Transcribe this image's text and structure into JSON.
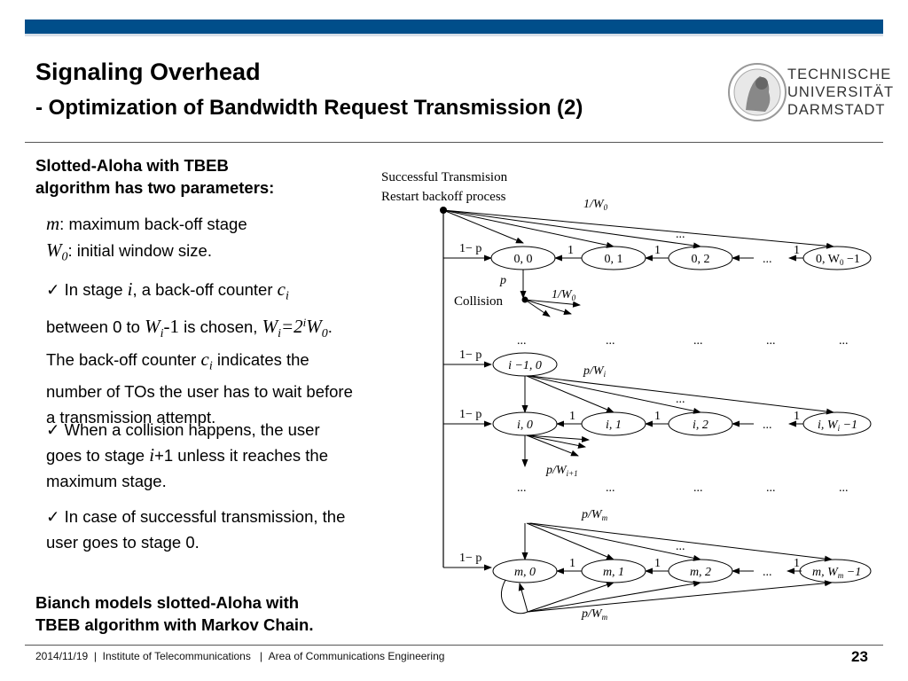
{
  "title": {
    "line1": "Signaling Overhead",
    "line2": "- Optimization of Bandwidth Request Transmission (2)"
  },
  "logo": {
    "line1": "TECHNISCHE",
    "line2": "UNIVERSITÄT",
    "line3": "DARMSTADT"
  },
  "left": {
    "heading": [
      "Slotted-Aloha with TBEB",
      "algorithm has two parameters:"
    ],
    "param_m": {
      "sym": "m",
      "text": ": maximum back-off stage"
    },
    "param_w": {
      "sym": "W",
      "sub": "0",
      "text": ": initial window size."
    },
    "b1": {
      "line1a": "In stage ",
      "i": "i",
      "line1b": ", a back-off counter ",
      "c": "c",
      "csub": "i",
      "line2a": "between 0 to ",
      "w": "W",
      "wsub": "i",
      "minus1": "-1",
      "line2b": " is chosen, ",
      "w2": "W",
      "w2sub": "i",
      "eq": "=2",
      "sup": "i",
      "w3": "W",
      "w3sub": "0",
      "dot": ".",
      "line3a": "The back-off counter ",
      "c2": "c",
      "c2sub": "i",
      "line3b": " indicates the",
      "line4": "number of TOs the user has to wait before",
      "line5": "a transmission attempt."
    },
    "b2": {
      "line1": "When a collision happens, the user",
      "line2a": "goes to stage ",
      "i": "i",
      "plus": "+1",
      "line2b": " unless it reaches the",
      "line3": "maximum stage."
    },
    "b3": {
      "line1": "In case of successful transmission, the",
      "line2": "user goes to stage 0."
    },
    "conclusion": [
      "Bianch models slotted-Aloha with",
      "TBEB algorithm with Markov Chain."
    ]
  },
  "diagram": {
    "success_lines": [
      "Successful Transmision",
      "Restart backoff process"
    ],
    "collision": "Collision",
    "p": "p",
    "one_minus_p": "1− p",
    "one": "1",
    "ellipsis": "...",
    "one_over_w0": "1/W",
    "sub0": "0",
    "p_over_wi": "p/W",
    "subi": "i",
    "subi1": "i+1",
    "subm": "m",
    "rows": [
      {
        "states": [
          "0, 0",
          "0, 1",
          "0, 2",
          "0, W"
        ],
        "last_sub": "0",
        "last_tail": " −1"
      },
      {
        "single": "i −1, 0"
      },
      {
        "states": [
          "i, 0",
          "i, 1",
          "i, 2",
          "i, W"
        ],
        "last_sub": "i",
        "last_tail": " −1"
      },
      {
        "states": [
          "m, 0",
          "m, 1",
          "m, 2",
          "m, W"
        ],
        "last_sub": "m",
        "last_tail": " −1"
      }
    ]
  },
  "footer": {
    "date": "2014/11/19",
    "sep": "|",
    "institute": "Institute of Telecommunications",
    "area": "Area of Communications Engineering",
    "page": "23"
  }
}
